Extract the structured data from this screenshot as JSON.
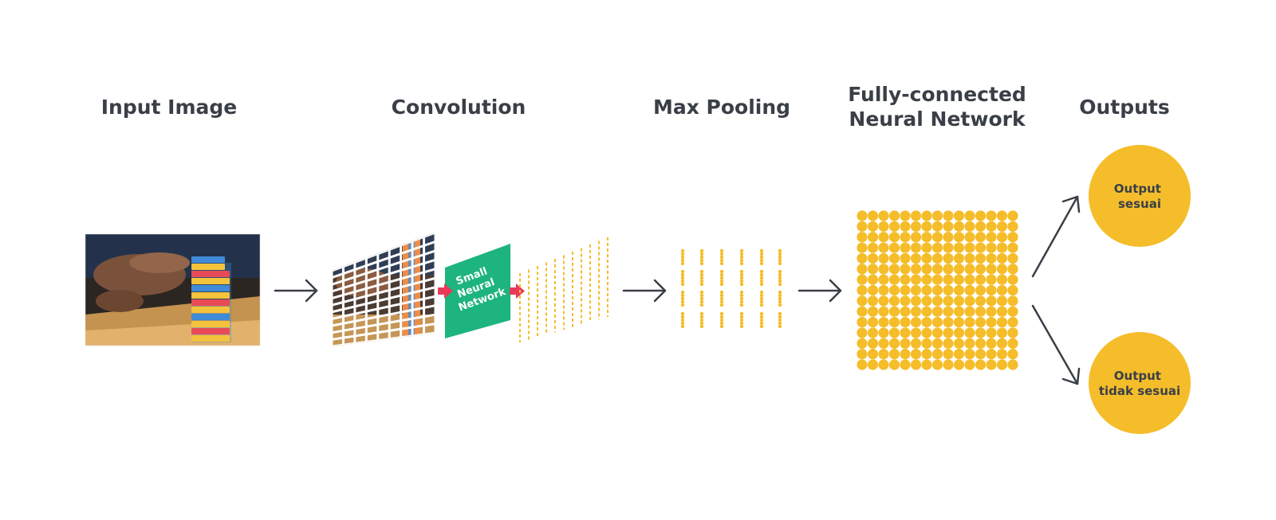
{
  "stages": {
    "input": {
      "title": "Input Image"
    },
    "convolution": {
      "title": "Convolution",
      "module_label": [
        "Small",
        "Neural",
        "Network"
      ]
    },
    "pooling": {
      "title": "Max Pooling"
    },
    "fully_connected": {
      "title_lines": [
        "Fully-connected",
        "Neural Network"
      ]
    },
    "outputs": {
      "title": "Outputs",
      "items": [
        {
          "lines": [
            "Output",
            "sesuai"
          ]
        },
        {
          "lines": [
            "Output",
            "tidak sesuai"
          ]
        }
      ]
    }
  },
  "colors": {
    "text": "#3a3f47",
    "arrow": "#3a3f47",
    "accent": "#f5bd2a",
    "module": "#1db47d",
    "pointer": "#e8395a"
  },
  "icons": {
    "input_image": "jenga-tower-photo",
    "flow_arrow": "arrow-right-icon"
  }
}
